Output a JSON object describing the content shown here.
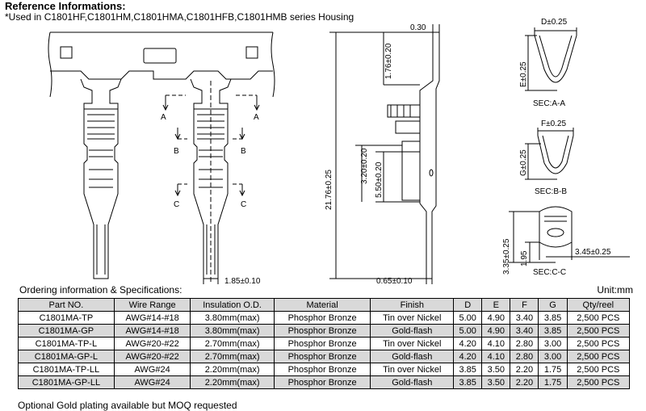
{
  "header": {
    "title": "Reference Informations:",
    "subtitle": "*Used in  C1801HF,C1801HM,C1801HMA,C1801HFB,C1801HMB series Housing"
  },
  "drawing": {
    "left_view": {
      "section_letters": [
        "A",
        "A",
        "B",
        "B",
        "C",
        "C"
      ],
      "dimension": "1.85±0.10"
    },
    "side_view": {
      "top_dim": "0.30",
      "dims": [
        "1.76±0.20",
        "21.76±0.25",
        "3.20±0.20",
        "5.50±0.20"
      ],
      "bottom_dim": "0.65±0.10"
    },
    "sections": [
      {
        "width_dim": "D±0.25",
        "height_dim": "E±0.25",
        "caption": "SEC:A-A"
      },
      {
        "width_dim": "F±0.25",
        "height_dim": "G±0.25",
        "caption": "SEC:B-B"
      },
      {
        "dims": [
          "3.35±0.25",
          "1.95",
          "3.45±0.25"
        ],
        "caption": "SEC:C-C"
      }
    ]
  },
  "ordering": {
    "title": "Ordering information & Specifications:",
    "unit": "Unit:mm",
    "columns": [
      "Part NO.",
      "Wire Range",
      "Insulation O.D.",
      "Material",
      "Finish",
      "D",
      "E",
      "F",
      "G",
      "Qty/reel"
    ],
    "rows": [
      [
        "C1801MA-TP",
        "AWG#14-#18",
        "3.80mm(max)",
        "Phosphor Bronze",
        "Tin over Nickel",
        "5.00",
        "4.90",
        "3.40",
        "3.85",
        "2,500 PCS"
      ],
      [
        "C1801MA-GP",
        "AWG#14-#18",
        "3.80mm(max)",
        "Phosphor Bronze",
        "Gold-flash",
        "5.00",
        "4.90",
        "3.40",
        "3.85",
        "2,500 PCS"
      ],
      [
        "C1801MA-TP-L",
        "AWG#20-#22",
        "2.70mm(max)",
        "Phosphor Bronze",
        "Tin over Nickel",
        "4.20",
        "4.10",
        "2.80",
        "3.00",
        "2,500 PCS"
      ],
      [
        "C1801MA-GP-L",
        "AWG#20-#22",
        "2.70mm(max)",
        "Phosphor Bronze",
        "Gold-flash",
        "4.20",
        "4.10",
        "2.80",
        "3.00",
        "2,500 PCS"
      ],
      [
        "C1801MA-TP-LL",
        "AWG#24",
        "2.20mm(max)",
        "Phosphor Bronze",
        "Tin over Nickel",
        "3.85",
        "3.50",
        "2.20",
        "1.75",
        "2,500 PCS"
      ],
      [
        "C1801MA-GP-LL",
        "AWG#24",
        "2.20mm(max)",
        "Phosphor Bronze",
        "Gold-flash",
        "3.85",
        "3.50",
        "2.20",
        "1.75",
        "2,500 PCS"
      ]
    ],
    "footnote": "Optional Gold plating available but MOQ requested"
  }
}
